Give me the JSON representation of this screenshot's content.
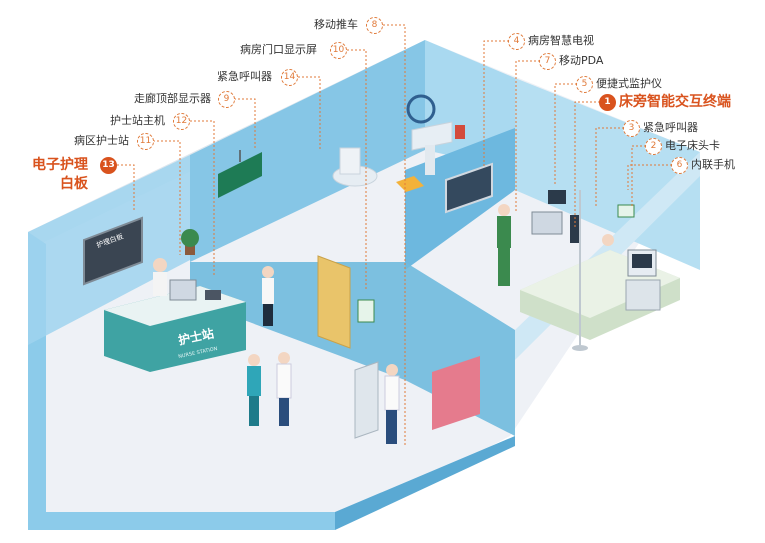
{
  "callouts": [
    {
      "num": "8",
      "text": "移动推车"
    },
    {
      "num": "10",
      "text": "病房门口显示屏"
    },
    {
      "num": "14",
      "text": "紧急呼叫器"
    },
    {
      "num": "9",
      "text": "走廊顶部显示器"
    },
    {
      "num": "12",
      "text": "护士站主机"
    },
    {
      "num": "11",
      "text": "病区护士站"
    },
    {
      "num": "13",
      "text": "电子护理",
      "text2": "白板"
    },
    {
      "num": "4",
      "text": "病房智慧电视"
    },
    {
      "num": "7",
      "text": "移动PDA"
    },
    {
      "num": "5",
      "text": "便捷式监护仪"
    },
    {
      "num": "1",
      "text": "床旁智能交互终端"
    },
    {
      "num": "3",
      "text": "紧急呼叫器"
    },
    {
      "num": "2",
      "text": "电子床头卡"
    },
    {
      "num": "6",
      "text": "内联手机"
    }
  ],
  "scene": {
    "nurse_station_sign": "护士站",
    "nurse_station_sub": "NURSE STATION",
    "whiteboard_title": "护理白板"
  },
  "colors": {
    "accent": "#d9531e",
    "leader": "#e07a3a",
    "wall": "#7ec4e8",
    "floor": "#eef1f6",
    "desk": "#3fa3a3"
  }
}
